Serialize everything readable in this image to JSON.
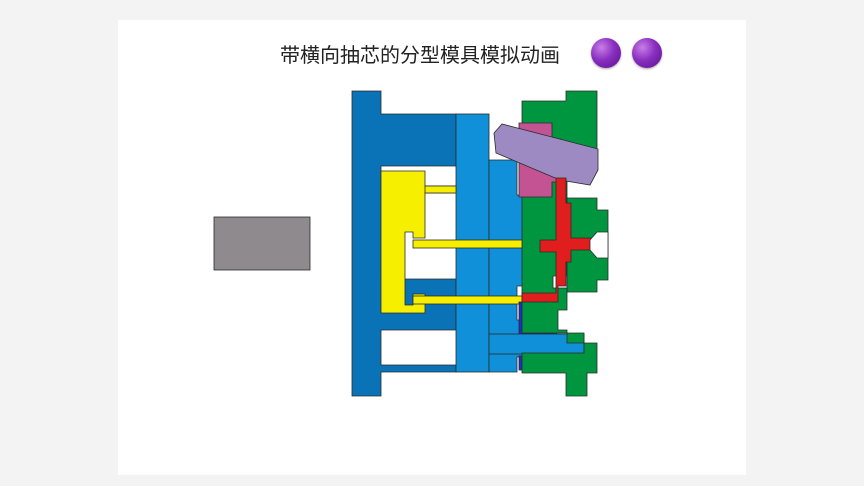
{
  "slide": {
    "title": "带横向抽芯的分型模具模拟动画",
    "nav": [
      {
        "name": "prev-button"
      },
      {
        "name": "next-button"
      }
    ]
  },
  "colors": {
    "clamp_plate": "#0a72b6",
    "plate": "#1090d8",
    "ejector": "#f7ef00",
    "fixed_half": "#00963f",
    "slider": "#c45393",
    "angle_pin": "#9d8ac2",
    "melt": "#e01e1e",
    "insert": "#1c2bd4",
    "ram": "#8e8a8d"
  }
}
